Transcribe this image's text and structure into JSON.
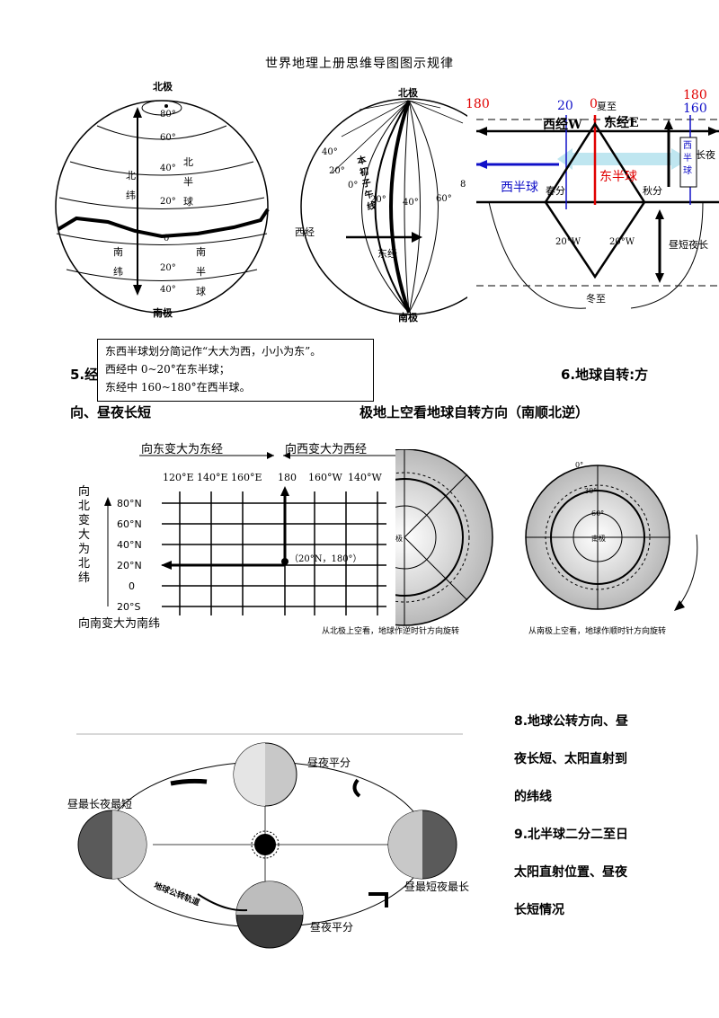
{
  "title": "世界地理上册思维导图图示规律",
  "fig1": {
    "north_pole": "北极",
    "south_pole": "南极",
    "lat_80n": "80°",
    "lat_60n": "60°",
    "lat_40n": "40°",
    "lat_20n": "20°",
    "lat_0": "0°",
    "lat_20s": "20°",
    "lat_40s": "40°",
    "north_lat": "北纬",
    "north_hemi": "北半球",
    "south_lat": "南纬",
    "south_hemi": "南半球"
  },
  "fig2": {
    "north_pole": "北极",
    "south_pole": "南极",
    "w40": "40°",
    "w20": "20°",
    "zero": "0°",
    "e20": "20°",
    "e40": "40°",
    "e60": "60°",
    "e8": "8",
    "meridian": "本初子午线",
    "west": "西经",
    "east": "东经"
  },
  "fig3": {
    "n180_left": "180",
    "n20": "20",
    "n0": "0",
    "n160": "160",
    "n180_right": "180",
    "west_long": "西经W",
    "east_long": "东经E",
    "west_hemi": "西半球",
    "east_hemi": "东半球",
    "summer": "夏至",
    "spring": "春分",
    "autumn": "秋分",
    "winter": "冬至",
    "w20_a": "20°W",
    "w20_b": "20°W",
    "long_night": "长夜",
    "short_long": "昼短夜长",
    "vertical_text": "西半球"
  },
  "note": {
    "line1": "东西半球划分简记作“大大为西，小小为东”。",
    "line2": "西经中 0~20°在东半球；",
    "line3": "东经中 160~180°在西半球。"
  },
  "headings": {
    "h5": "5.经",
    "h6": "6.地球自转:方",
    "h6_line2_left": "向、昼夜长短",
    "h6_line2_right": "极地上空看地球自转方向（南顺北逆）"
  },
  "grid": {
    "east_bigger": "向东变大为东经",
    "west_bigger": "向西变大为西经",
    "lon_120e": "120°E",
    "lon_140e": "140°E",
    "lon_160e": "160°E",
    "lon_180": "180",
    "lon_160w": "160°W",
    "lon_140w": "140°W",
    "lat_80n": "80°N",
    "lat_60n": "60°N",
    "lat_40n": "40°N",
    "lat_20n": "20°N",
    "lat_0": "0",
    "lat_20s": "20°S",
    "north_bigger": "向北变大为北纬",
    "south_bigger": "向南变大为南纬",
    "point": "（20°N，180°）"
  },
  "poles": {
    "north_center": "北极",
    "north_caption": "从北极上空看，地球作逆时针方向旋转",
    "south_center": "南极",
    "south_0": "0°",
    "south_30": "30°",
    "south_60": "60°",
    "south_caption": "从南极上空看，地球作顺时针方向旋转"
  },
  "orbit": {
    "equinox_top": "昼夜平分",
    "left": "昼最长夜最短",
    "right": "昼最短夜最长",
    "equinox_bottom": "昼夜平分",
    "orbit_label": "地球公转轨道"
  },
  "side": {
    "l1": "8.地球公转方向、昼",
    "l2": "夜长短、太阳直射到",
    "l3": "的纬线",
    "l4": "9.北半球二分二至日",
    "l5": "太阳直射位置、昼夜",
    "l6": "长短情况"
  },
  "colors": {
    "red": "#e00000",
    "blue": "#1010c8",
    "cyan": "#bfe6f0"
  }
}
